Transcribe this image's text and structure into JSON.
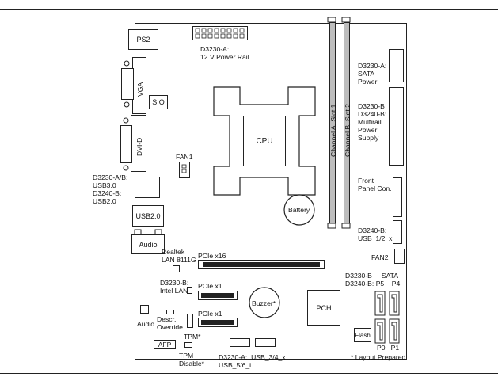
{
  "labels": {
    "ps2": "PS2",
    "power12v": "D3230-A:\n12 V Power Rail",
    "vga": "VGA",
    "sio": "SIO",
    "dvid": "DVI-D",
    "fan1": "FAN1",
    "usb3": "D3230-A/B:\nUSB3.0\nD3240-B:\nUSB2.0",
    "usb2": "USB2.0",
    "audio_port": "Audio",
    "realtek": "Realtek\nLAN 8111G",
    "pcie16": "PCIe x16",
    "intel_lan": "D3230-B:\nIntel LAN",
    "pcie1a": "PCIe x1",
    "pcie1b": "PCIe x1",
    "audio_hdr": "Audio",
    "descr": "Descr.\nOverride",
    "tpm": "TPM*",
    "afp": "AFP",
    "tpm_dis": "TPM\nDisable*",
    "usb56": "D3230-A:  USB_3/4_x\nUSB_5/6_i",
    "cpu": "CPU",
    "battery": "Battery",
    "buzzer": "Buzzer*",
    "pch": "PCH",
    "flash": "Flash",
    "ch_a": "Channel A, Slot 1",
    "ch_b": "Channel B, Slot 2",
    "sata_pwr": "D3230-A:\nSATA\nPower",
    "multirail": "D3230-B\nD3240-B:\nMultirail\nPower\nSupply",
    "front_panel": "Front\nPanel Con.",
    "usb12": "D3240-B:\nUSB_1/2_x",
    "fan2": "FAN2",
    "sata_hdr": "D3230-B     SATA\nD3240-B: P5    P4",
    "sata_p": "P0   P1",
    "note": "* Layout Prepared"
  }
}
